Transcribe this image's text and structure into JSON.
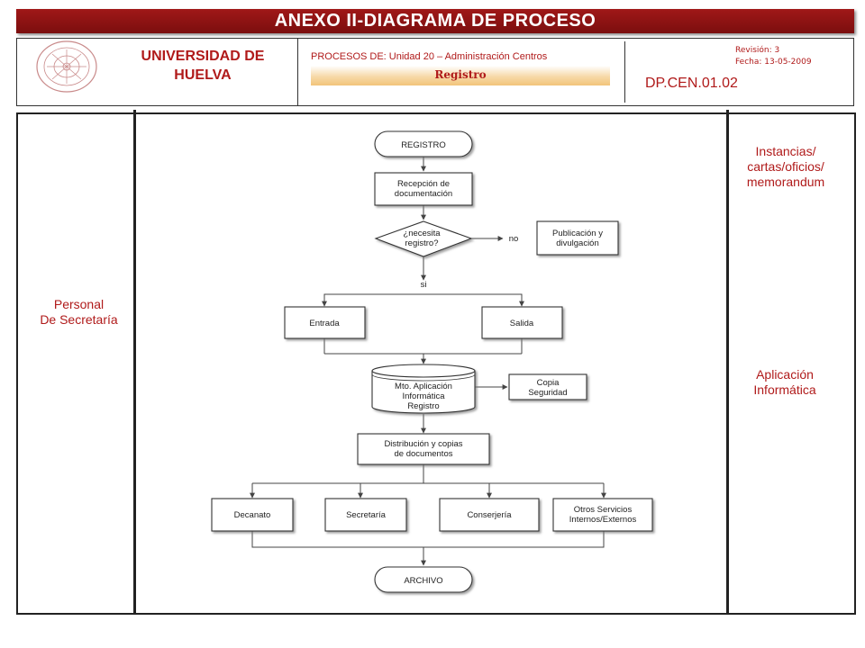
{
  "header": {
    "title": "ANEXO II-DIAGRAMA DE PROCESO",
    "university_line1": "UNIVERSIDAD DE",
    "university_line2": "HUELVA",
    "process_line": "PROCESOS DE: Unidad 20 – Administración Centros",
    "process_sub": "Registro",
    "revision": "Revisión: 3",
    "date": "Fecha: 13-05-2009",
    "code": "DP.CEN.01.02"
  },
  "left_label": {
    "line1": "Personal",
    "line2": "De Secretaría"
  },
  "right_labels": {
    "documents": [
      "Instancias/",
      "cartas/oficios/",
      "memorandum"
    ],
    "app": [
      "Aplicación",
      "Informática"
    ]
  },
  "flow": {
    "start": "REGISTRO",
    "reception": [
      "Recepción de",
      "documentación"
    ],
    "decision": [
      "¿necesita",
      "registro?"
    ],
    "no_label": "no",
    "si_label": "si",
    "publication": [
      "Publicación y",
      "divulgación"
    ],
    "entrada": "Entrada",
    "salida": "Salida",
    "db": [
      "Mto. Aplicación",
      "Informática",
      "Registro"
    ],
    "backup": [
      "Copia",
      "Seguridad"
    ],
    "distribution": [
      "Distribución y copias",
      "de documentos"
    ],
    "dest": [
      "Decanato",
      "Secretaría",
      "Conserjería",
      [
        "Otros Servicios",
        "Internos/Externos"
      ]
    ],
    "end": "ARCHIVO"
  },
  "colors": {
    "accent": "#b01a1a",
    "banner": "#8b1212",
    "registro_bar": "#f2c47a"
  }
}
